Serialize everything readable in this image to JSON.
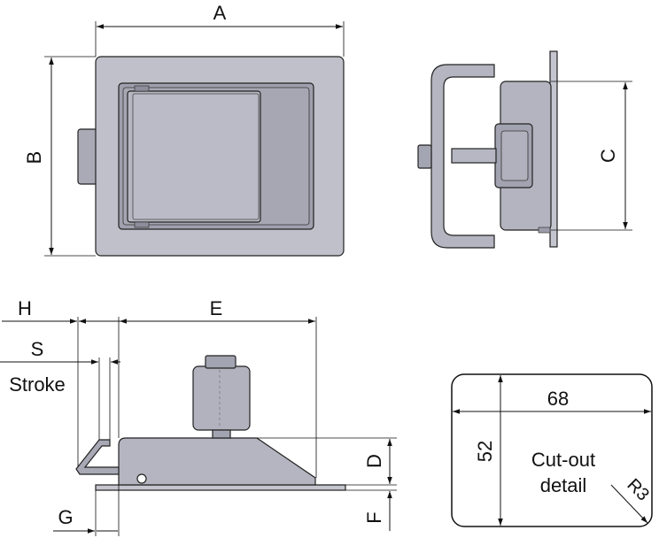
{
  "labels": {
    "A": "A",
    "B": "B",
    "C": "C",
    "D": "D",
    "E": "E",
    "F": "F",
    "G": "G",
    "H": "H",
    "S": "S",
    "stroke": "Stroke"
  },
  "cutout": {
    "width": "68",
    "height": "52",
    "caption_line1": "Cut-out",
    "caption_line2": "detail",
    "radius": "R3"
  },
  "colors": {
    "body_fill": "#b9bac4",
    "panel_fill": "#a9aab6",
    "handle_fill": "#9c9dab",
    "line": "#111111"
  }
}
